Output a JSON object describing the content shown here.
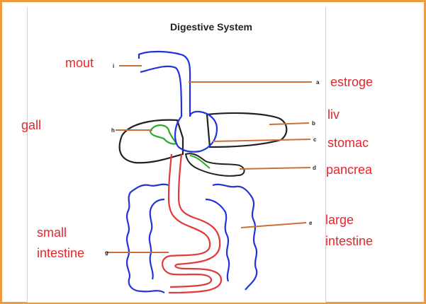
{
  "title": "Digestive System",
  "colors": {
    "label": "#e3262c",
    "tract": "#2233dd",
    "intestine": "#e03a3a",
    "gall": "#2aaa2a",
    "pointer": "#c8703a",
    "frame": "#ee9a3e"
  },
  "labels": {
    "mouth": "mout",
    "esophagus": "estroge",
    "gall": "gall",
    "liver": "liv",
    "stomach": "stomac",
    "pancreas": "pancrea",
    "small_intestine_1": "small",
    "small_intestine_2": "intestine",
    "large_intestine_1": "large",
    "large_intestine_2": "intestine"
  },
  "markers": {
    "mouth": "i",
    "esophagus": "a",
    "gall": "h",
    "liver": "b",
    "stomach": "c",
    "pancreas": "d",
    "large_intestine": "e",
    "small_intestine": "g"
  }
}
